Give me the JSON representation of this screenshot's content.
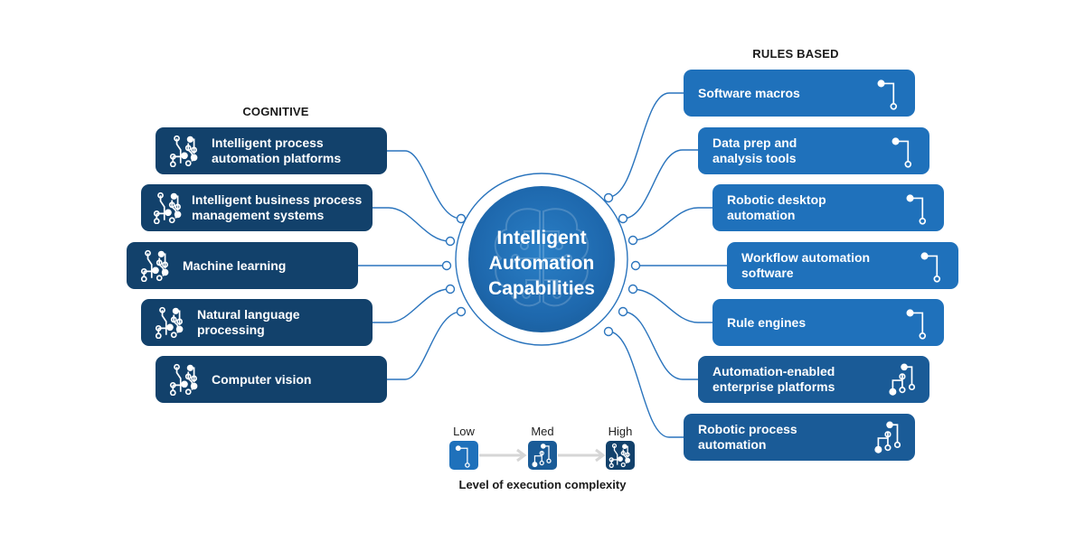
{
  "hub": {
    "title": "Intelligent\nAutomation\nCapabilities",
    "icon": "brain-circuit-icon",
    "color": "#1e68ad"
  },
  "cognitive": {
    "heading": "COGNITIVE",
    "color": "#12416b",
    "complexity": "High",
    "items": [
      {
        "label": "Intelligent process\nautomation platforms"
      },
      {
        "label": "Intelligent business process\nmanagement systems"
      },
      {
        "label": "Machine learning"
      },
      {
        "label": "Natural language\nprocessing"
      },
      {
        "label": "Computer vision"
      }
    ]
  },
  "rules_based": {
    "heading": "RULES BASED",
    "items": [
      {
        "label": "Software macros",
        "complexity": "Low"
      },
      {
        "label": "Data prep and\nanalysis tools",
        "complexity": "Low"
      },
      {
        "label": "Robotic desktop\nautomation",
        "complexity": "Low"
      },
      {
        "label": "Workflow automation\nsoftware",
        "complexity": "Low"
      },
      {
        "label": "Rule engines",
        "complexity": "Low"
      },
      {
        "label": "Automation-enabled\nenterprise platforms",
        "complexity": "Med"
      },
      {
        "label": "Robotic process\nautomation",
        "complexity": "Med"
      }
    ]
  },
  "legend": {
    "levels": [
      {
        "label": "Low",
        "color": "#1f71bb",
        "icon": "circuit-low-icon"
      },
      {
        "label": "Med",
        "color": "#1a5b97",
        "icon": "circuit-med-icon"
      },
      {
        "label": "High",
        "color": "#12416b",
        "icon": "circuit-high-icon"
      }
    ],
    "caption": "Level of execution complexity"
  },
  "colors": {
    "wire": "#2a74bd",
    "low": "#1f71bb",
    "med": "#1a5b97",
    "high": "#12416b"
  }
}
